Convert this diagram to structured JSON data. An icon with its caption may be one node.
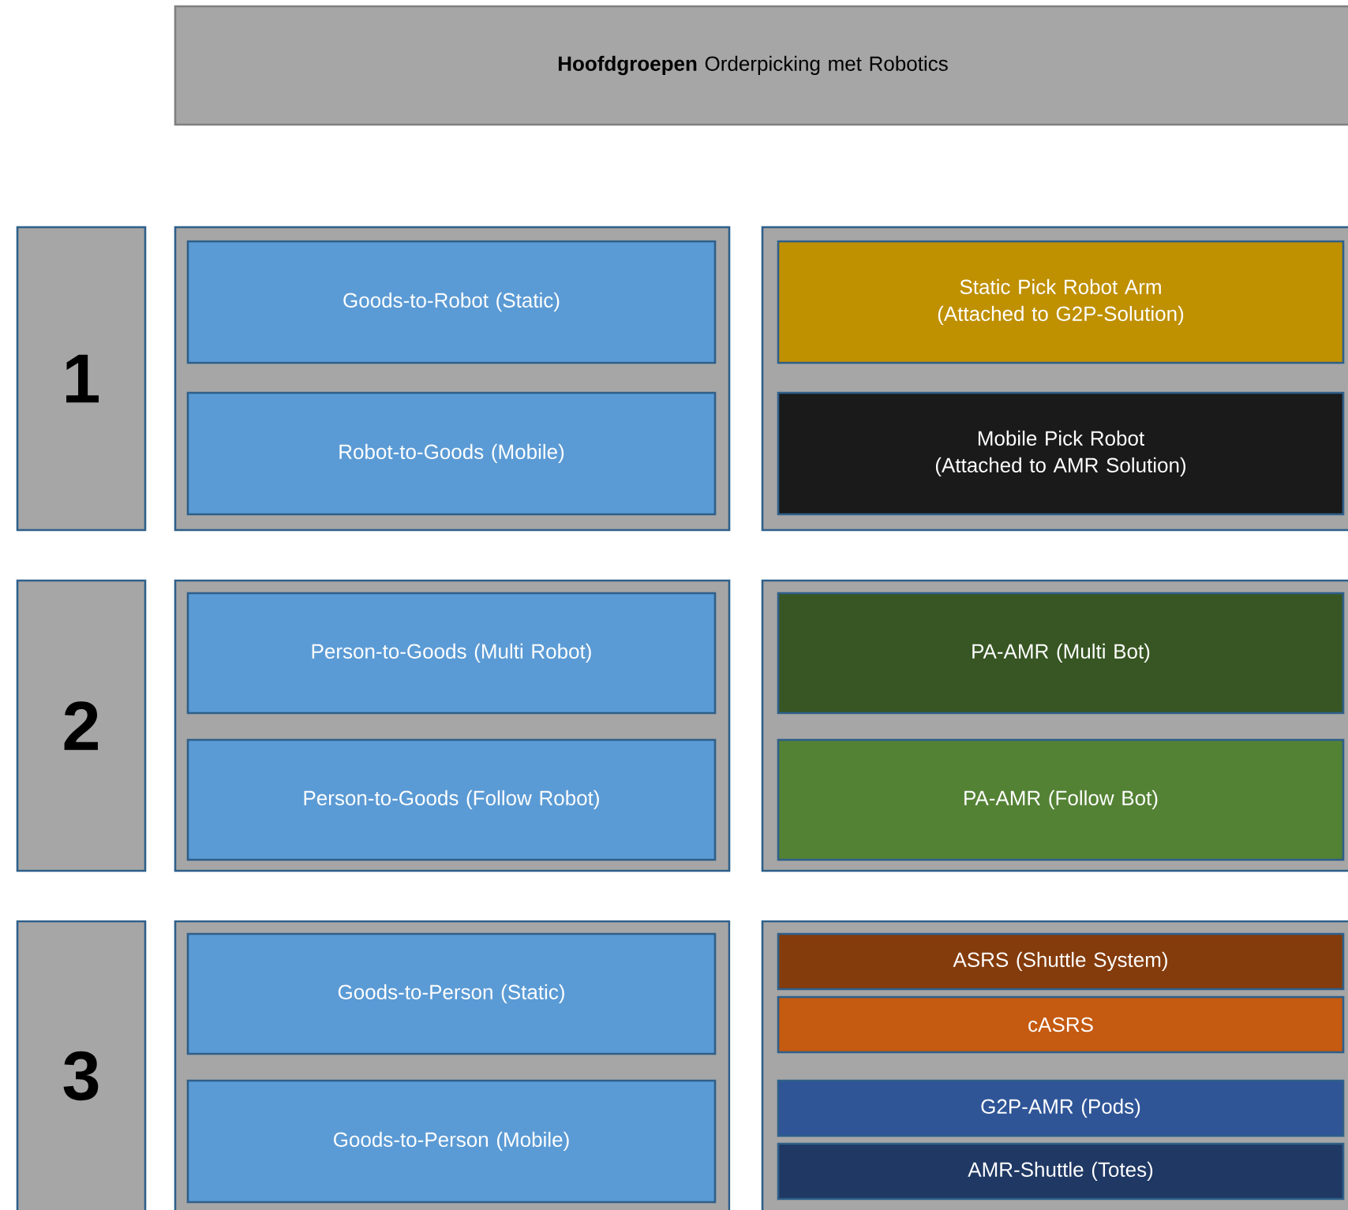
{
  "diagram": {
    "nodes": [
      {
        "text": [
          "**Hoofdgroepen** Orderpicking met Robotics"
        ]
      },
      {
        "text": [
          "1"
        ]
      },
      {
        "text": [],
        "shape": "box"
      },
      {
        "text": [
          "Goods-to-Robot (Static)"
        ],
        "in": 2
      },
      {
        "text": [
          "Robot-to-Goods (Mobile)"
        ],
        "in": 2
      },
      {
        "text": [],
        "shape": "box"
      },
      {
        "text": [
          "Static Pick Robot Arm (Attached to G2P-Solution)"
        ],
        "in": 5
      },
      {
        "text": [
          "Mobile Pick Robot (Attached to AMR Solution)"
        ],
        "in": 5
      },
      {
        "text": [
          "2"
        ]
      },
      {
        "text": [],
        "shape": "box"
      },
      {
        "text": [
          "Person-to-Goods (Multi Robot)"
        ],
        "in": 9
      },
      {
        "text": [
          "Person-to-Goods (Follow Robot)"
        ],
        "in": 9
      },
      {
        "text": [],
        "shape": "box"
      },
      {
        "text": [
          "PA-AMR (Multi Bot)"
        ],
        "in": 12
      },
      {
        "text": [
          "PA-AMR (Follow Bot)"
        ],
        "in": 12
      },
      {
        "text": [
          "3"
        ]
      },
      {
        "text": [],
        "shape": "box"
      },
      {
        "text": [
          "Goods-to-Person (Static)"
        ],
        "in": 16
      },
      {
        "text": [
          "Goods-to-Person (Mobile)"
        ],
        "in": 16
      },
      {
        "text": [],
        "shape": "box"
      },
      {
        "text": [
          "ASRS (Shuttle System)"
        ],
        "in": 19
      },
      {
        "text": [
          "cASRS"
        ],
        "in": 19
      },
      {
        "text": [
          "G2P-AMR (Pods)"
        ],
        "in": 19
      },
      {
        "text": [
          "AMR-Shuttle (Totes)"
        ],
        "in": 19
      }
    ]
  }
}
